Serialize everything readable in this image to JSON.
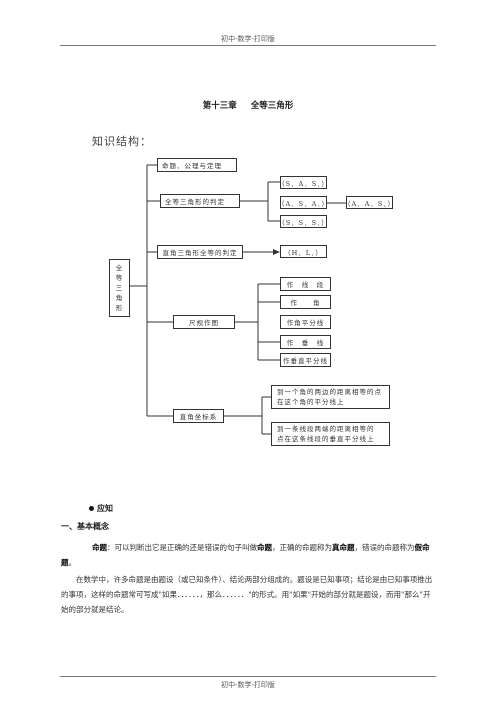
{
  "header": "初中-数学-打印版",
  "footer": "初中-数学-打印版",
  "title": {
    "chapter": "第十三章",
    "name": "全等三角形"
  },
  "section_heading": "知识结构：",
  "diagram": {
    "root": [
      "全",
      "等",
      "三",
      "角",
      "形"
    ],
    "branches": {
      "b1": "命题、公理与定理",
      "b2": "全等三角形的判定",
      "b3": "直角三角形全等的判定",
      "b4": "尺规作图",
      "b5": "直角坐标系"
    },
    "criteria": {
      "sas": "（S．A．S．）",
      "asa": "（A．S．A．）",
      "aas": "（A．A．S．）",
      "sss": "（S．S．S．）",
      "hl": "（H．L．）"
    },
    "constructions": [
      "作　线　段",
      "作　　角",
      "作角平分线",
      "作　垂　线",
      "作垂直平分线"
    ],
    "loci": [
      [
        "到一个角的两边的距离相等的点",
        "在这个角的平分线上"
      ],
      [
        "到一条线段两端的距离相等的",
        "点在这条线段的垂直平分线上"
      ]
    ]
  },
  "bullet": "应知",
  "section1": "一、基本概念",
  "para1": {
    "t1": "命题",
    "t2": "：可以判断出它是正确的还是错误的句子叫做",
    "t3": "命题",
    "t4": "，正确的命题称为",
    "t5": "真命题",
    "t6": "，错误的命题称为",
    "t7": "假命题",
    "t8": "。"
  },
  "para2": "在数学中，许多命题是由题设（或已知条件）、结论两部分组成的。题设是已知事项；结论是由已知事项推出的事项，这样的命题常可写成\"如果．．．．．．，那么．．．．．．\"的形式。用\"如果\"开始的部分就是题设，而用\"那么\"开始的部分就是结论。"
}
